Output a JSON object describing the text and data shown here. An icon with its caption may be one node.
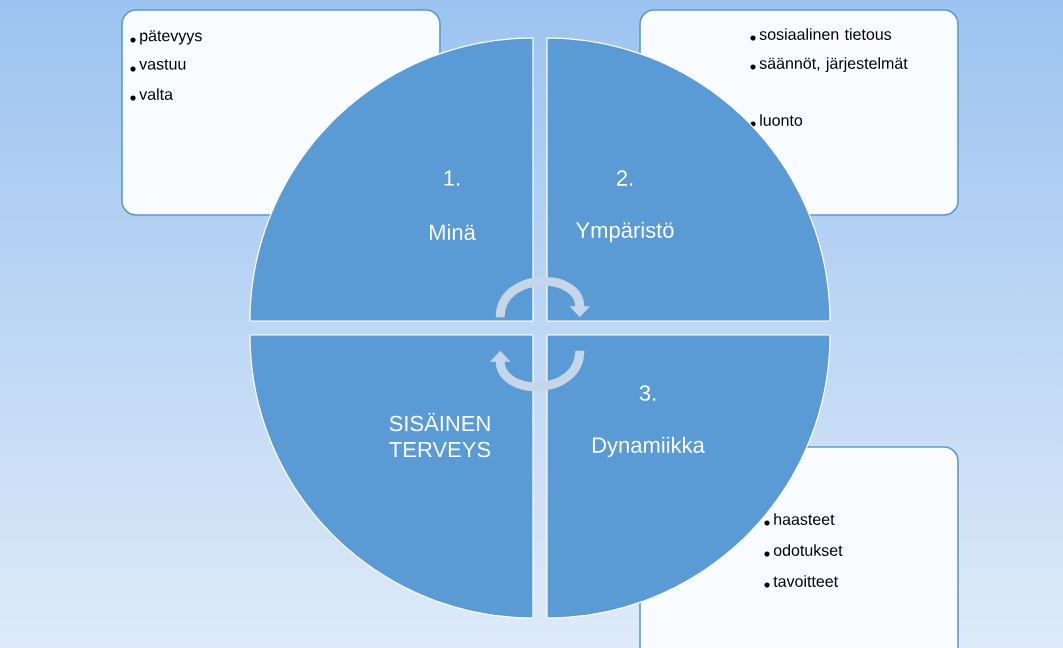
{
  "diagram": {
    "nodes": [
      {
        "text": [
          "pätevyys",
          "vastuu",
          "valta"
        ]
      },
      {
        "text": [
          "sosiaalinen tietous",
          "säännöt, järjestelmät",
          "luonto"
        ]
      },
      {
        "text": [
          "haasteet",
          "odotukset",
          "tavoitteet"
        ]
      },
      {
        "text": [
          "1.",
          "Minä"
        ]
      },
      {
        "text": [
          "2.",
          "Ympäristö"
        ]
      },
      {
        "text": [
          "SISÄINEN TERVEYS"
        ]
      },
      {
        "text": [
          "3.",
          "Dynamiikka"
        ]
      }
    ],
    "edges": [
      {
        "from": 3,
        "to": 4,
        "arrow": "to"
      },
      {
        "from": 6,
        "to": 5,
        "arrow": "to"
      }
    ]
  }
}
